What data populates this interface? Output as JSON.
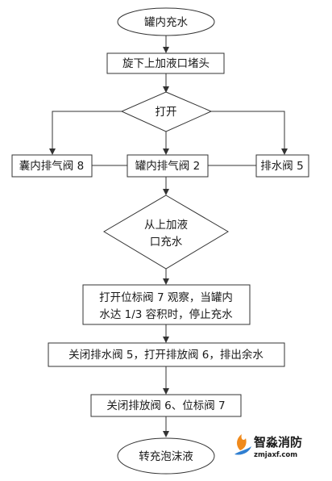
{
  "nodes": {
    "start": "罐内充水",
    "unscrew": "旋下上加液口堵头",
    "open": "打开",
    "bag_vent": "囊内排气阀 8",
    "tank_vent": "罐内排气阀 2",
    "drain": "排水阀 5",
    "fill": {
      "line1": "从上加液",
      "line2": "口充水"
    },
    "observe": {
      "line1": "打开位标阀 7 观察，当罐内",
      "line2": "水达 1/3 容积时，停止充水"
    },
    "close_drain": "关闭排水阀 5，打开排放阀 6，排出余水",
    "close_valves": "关闭排放阀 6、位标阀 7",
    "end": "转充泡沫液"
  },
  "watermark": {
    "title": "智淼消防",
    "url": "zmjaxf.com",
    "colors": {
      "flame_orange": "#f08a1c",
      "flame_blue": "#2f7fd1"
    }
  },
  "colors": {
    "stroke": "#333333",
    "text": "#1a1a1a"
  }
}
